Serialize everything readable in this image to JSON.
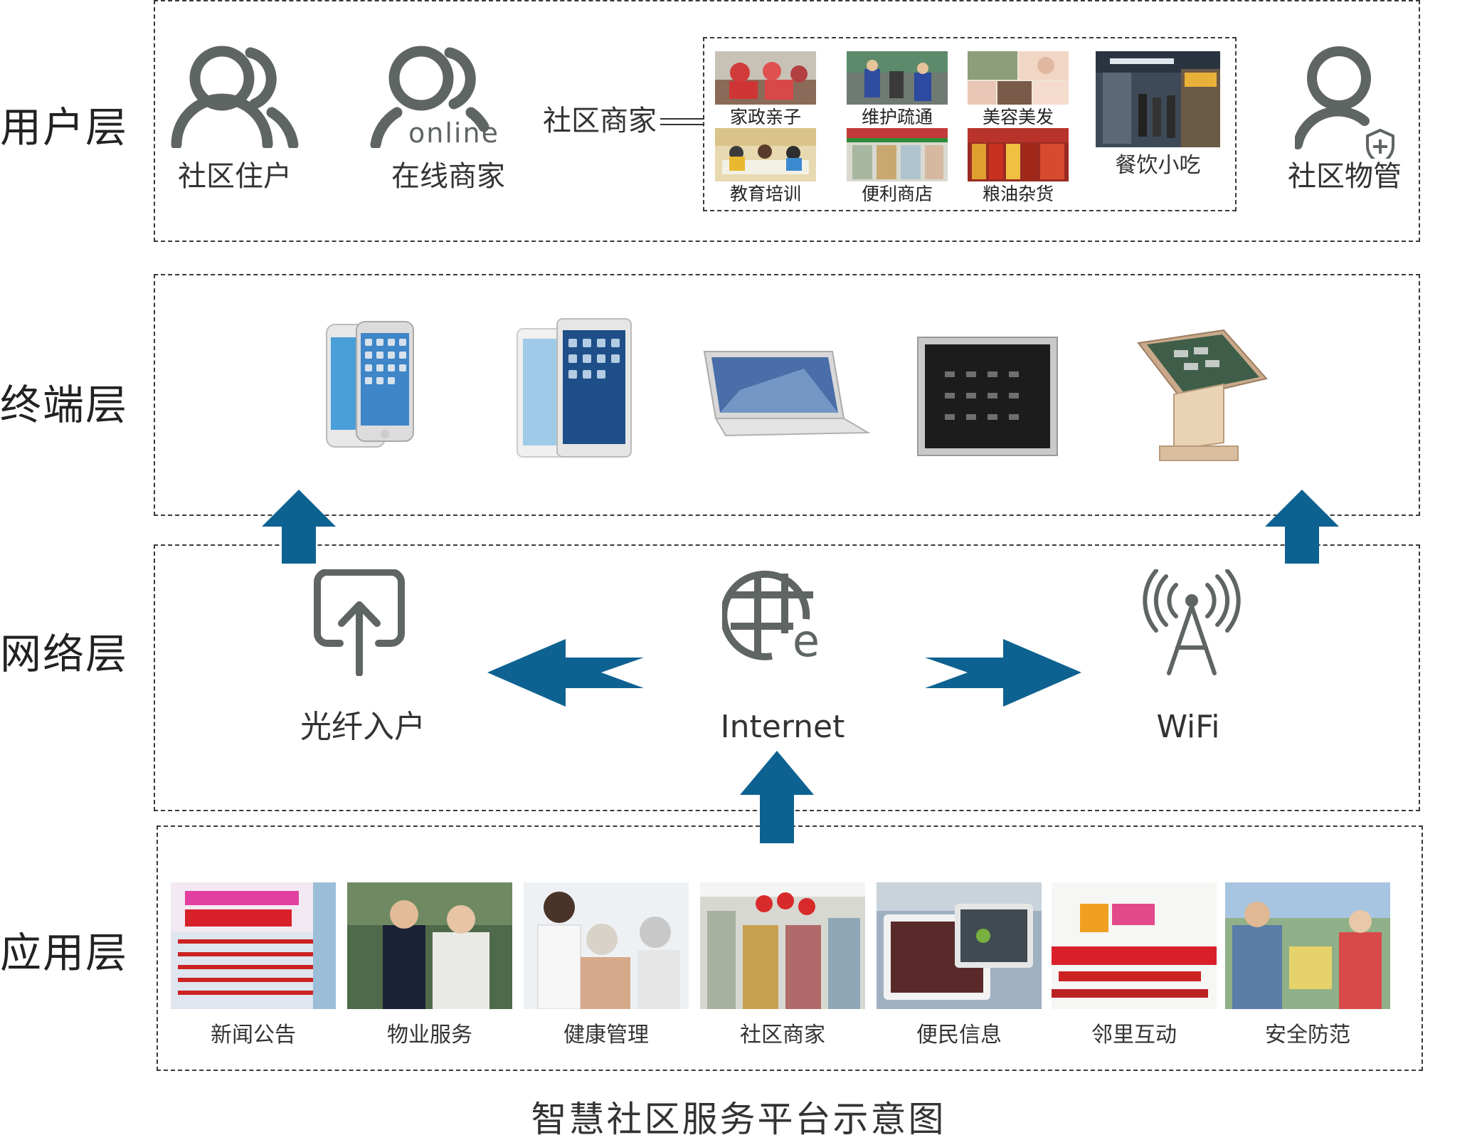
{
  "title": "智慧社区服务平台示意图",
  "colors": {
    "accent": "#0e6291",
    "icon_gray": "#5f6563",
    "border": "#3a3a3a"
  },
  "layers": {
    "user": {
      "label": "用户层",
      "residents": {
        "icon": "users-icon",
        "label": "社区住户"
      },
      "online_merchants": {
        "icon": "users-online-icon",
        "label": "在线商家",
        "badge": "online"
      },
      "merchants": {
        "label": "社区商家",
        "items": [
          "家政亲子",
          "维护疏通",
          "美容美发",
          "教育培训",
          "便利商店",
          "粮油杂货",
          "餐饮小吃"
        ]
      },
      "property": {
        "icon": "user-shield-icon",
        "label": "社区物管"
      }
    },
    "terminal": {
      "label": "终端层",
      "devices": [
        "smartphone-icon",
        "tablet-icon",
        "laptop-icon",
        "wall-panel-icon",
        "kiosk-icon"
      ]
    },
    "network": {
      "label": "网络层",
      "fiber": {
        "icon": "upload-icon",
        "label": "光纤入户"
      },
      "internet": {
        "icon": "globe-e-icon",
        "label": "Internet"
      },
      "wifi": {
        "icon": "antenna-icon",
        "label": "WiFi"
      }
    },
    "application": {
      "label": "应用层",
      "items": [
        "新闻公告",
        "物业服务",
        "健康管理",
        "社区商家",
        "便民信息",
        "邻里互动",
        "安全防范"
      ]
    }
  }
}
